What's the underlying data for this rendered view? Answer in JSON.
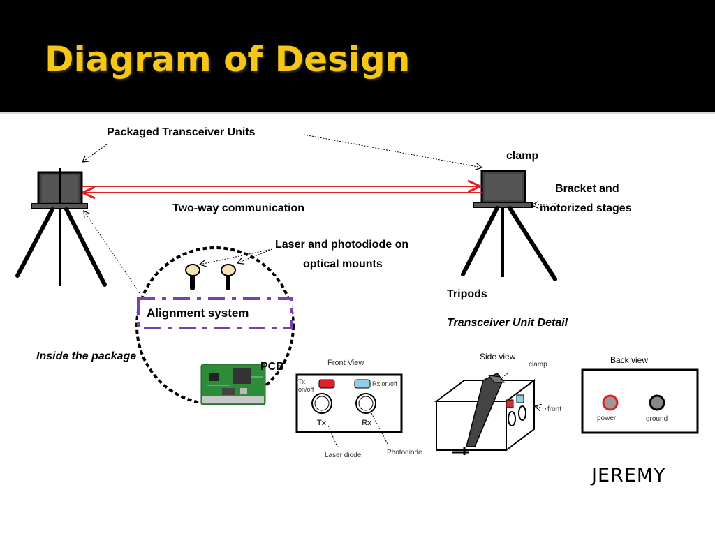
{
  "slide": {
    "title": "Diagram of Design",
    "author": "JEREMY"
  },
  "labels": {
    "packaged_units": "Packaged Transceiver Units",
    "clamp": "clamp",
    "bracket_line1": "Bracket and",
    "bracket_line2": "motorized stages",
    "two_way": "Two-way communication",
    "laser_line1": "Laser and photodiode on",
    "laser_line2": "optical mounts",
    "tripods": "Tripods",
    "alignment": "Alignment system",
    "inside_package": "Inside the package",
    "pcb": "PCB",
    "transceiver_detail": "Transceiver Unit Detail"
  },
  "front_view": {
    "title": "Front View",
    "tx_switch": "Tx on/off",
    "rx_switch": "Rx on/off",
    "tx_label": "Tx",
    "rx_label": "Rx",
    "laser_diode": "Laser diode",
    "photodiode": "Photodiode"
  },
  "side_view": {
    "title": "Side view",
    "clamp": "clamp",
    "front": "front"
  },
  "back_view": {
    "title": "Back view",
    "power": "power",
    "ground": "ground"
  },
  "colors": {
    "title": "#f5c518",
    "beam": "#e02020",
    "alignment_box": "#7b3fb0",
    "tx_switch": "#e0202a",
    "rx_switch": "#8fd0e8",
    "pcb": "#2e8b3a"
  }
}
